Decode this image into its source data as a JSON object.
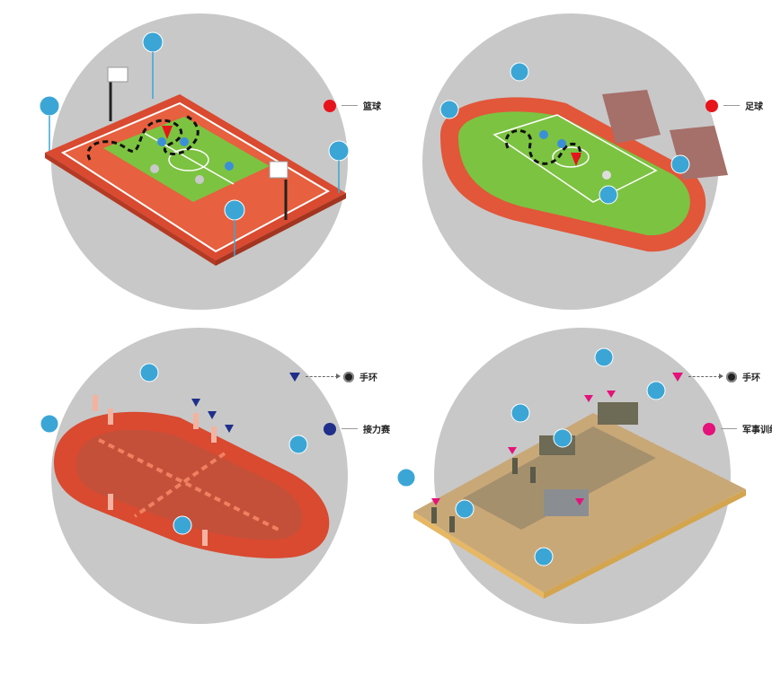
{
  "colors": {
    "basketball": "#e8141c",
    "football": "#e8141c",
    "relay": "#1f2f8a",
    "military": "#e4127a",
    "circle_bg": "#c9c9c9",
    "track": "#e2563a",
    "grass": "#7cc341",
    "sand": "#c9a878",
    "sensor": "#3ba6d6"
  },
  "panels": {
    "basketball": {
      "legend_label": "篮球",
      "icon": "red-dot-icon"
    },
    "football": {
      "legend_label": "足球",
      "icon": "red-dot-icon"
    },
    "relay": {
      "legend_band_label": "手环",
      "legend_label": "接力赛",
      "icon": "navy-dot-icon"
    },
    "military": {
      "legend_band_label": "手环",
      "legend_label": "军事训练",
      "icon": "magenta-dot-icon"
    }
  }
}
